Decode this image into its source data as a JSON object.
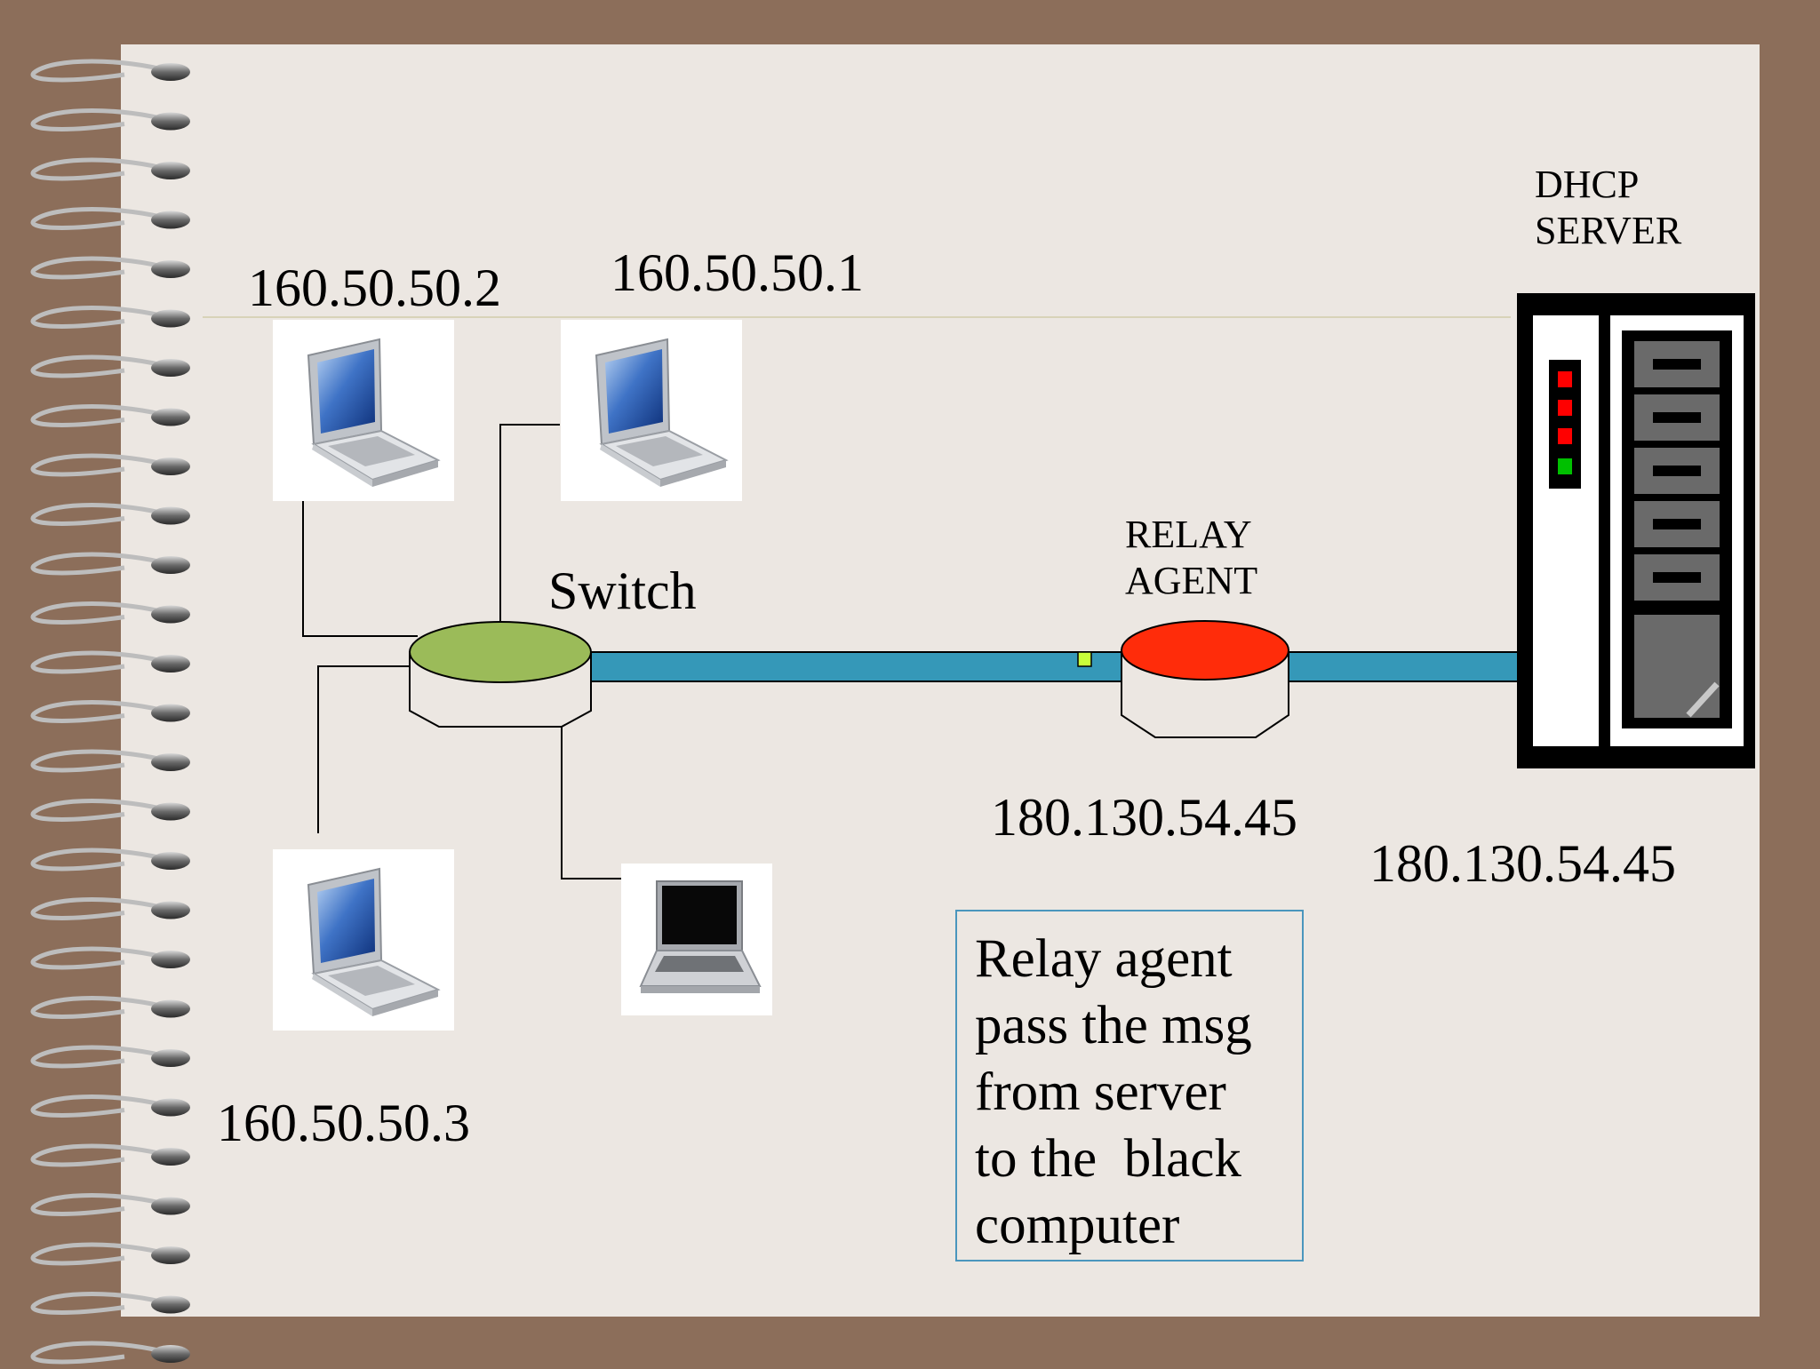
{
  "labels": {
    "ip_pc2": "160.50.50.2",
    "ip_pc1": "160.50.50.1",
    "ip_pc3": "160.50.50.3",
    "ip_relay": "180.130.54.45",
    "ip_server": "180.130.54.45",
    "switch": "Switch",
    "relay_agent": "RELAY\nAGENT",
    "dhcp_server": "DHCP\nSERVER"
  },
  "note": "Relay agent\npass the msg\nfrom server\nto the  black\ncomputer",
  "colors": {
    "background": "#8c6e5a",
    "paper": "#ece7e2",
    "switch_top": "#9bbb59",
    "relay_top": "#ff2c0a",
    "link_bar": "#3598b8",
    "note_border": "#4a96bd",
    "connector": "#c9ff3a"
  },
  "icons": {
    "spiral": "spiral-binding-icon",
    "laptop_blue": "laptop-blue-screen-icon",
    "laptop_black": "laptop-black-screen-icon",
    "server": "server-rack-icon"
  }
}
